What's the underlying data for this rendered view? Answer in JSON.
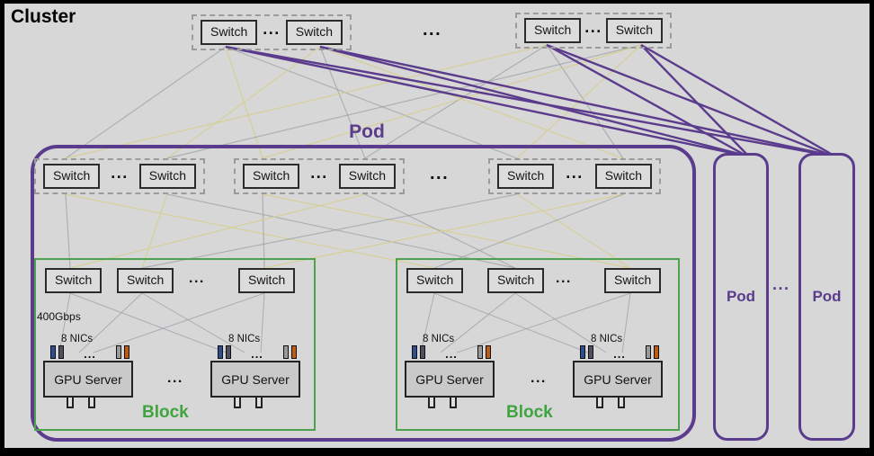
{
  "cluster": {
    "label": "Cluster"
  },
  "labels": {
    "switch": "Switch",
    "ellipsis": "...",
    "pod": "Pod",
    "block": "Block",
    "gpu_server": "GPU Server",
    "nics": "8 NICs",
    "bandwidth": "400Gbps"
  },
  "colors": {
    "background": "#d7d7d7",
    "frame": "#000000",
    "pod_border": "#5a3b8c",
    "block_border": "#4ea24e",
    "switch_fill": "#dcdcdc",
    "server_fill": "#c9c9c9",
    "wire_purple": "#5a3b8c",
    "wire_gray": "#9aa0a6",
    "wire_yellow": "#d6cf96",
    "nic_blue": "#2e4d8f",
    "nic_dark": "#50505e",
    "nic_gray": "#9a9a9a",
    "nic_orange": "#c05a11"
  }
}
